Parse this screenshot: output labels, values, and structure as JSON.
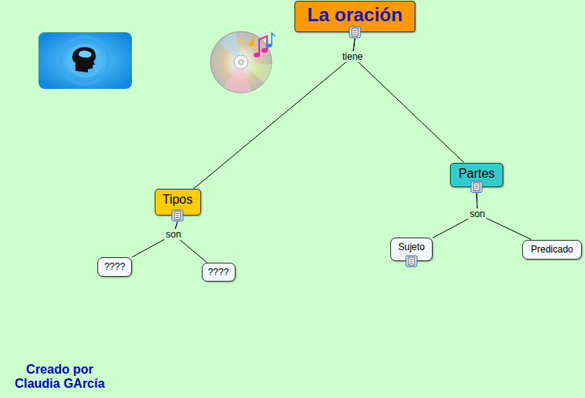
{
  "diagram": {
    "nodes": [
      {
        "text": [
          "La oración"
        ]
      },
      {
        "text": [
          "Tipos"
        ]
      },
      {
        "text": [
          "Partes"
        ]
      },
      {
        "text": [
          "????"
        ]
      },
      {
        "text": [
          "????"
        ]
      },
      {
        "text": [
          "Sujeto"
        ]
      },
      {
        "text": [
          "Predicado"
        ]
      }
    ],
    "edges": [
      {
        "from": 0,
        "to": 1,
        "label": "tiene",
        "arrow": "none"
      },
      {
        "from": 0,
        "to": 2,
        "arrow": "none"
      },
      {
        "from": 1,
        "to": 3,
        "label": "son",
        "arrow": "none"
      },
      {
        "from": 1,
        "to": 4,
        "arrow": "none"
      },
      {
        "from": 2,
        "to": 5,
        "label": "son",
        "arrow": "none"
      },
      {
        "from": 2,
        "to": 6,
        "arrow": "none"
      }
    ],
    "labels": [
      "Creado por Claudia GArcía"
    ]
  }
}
